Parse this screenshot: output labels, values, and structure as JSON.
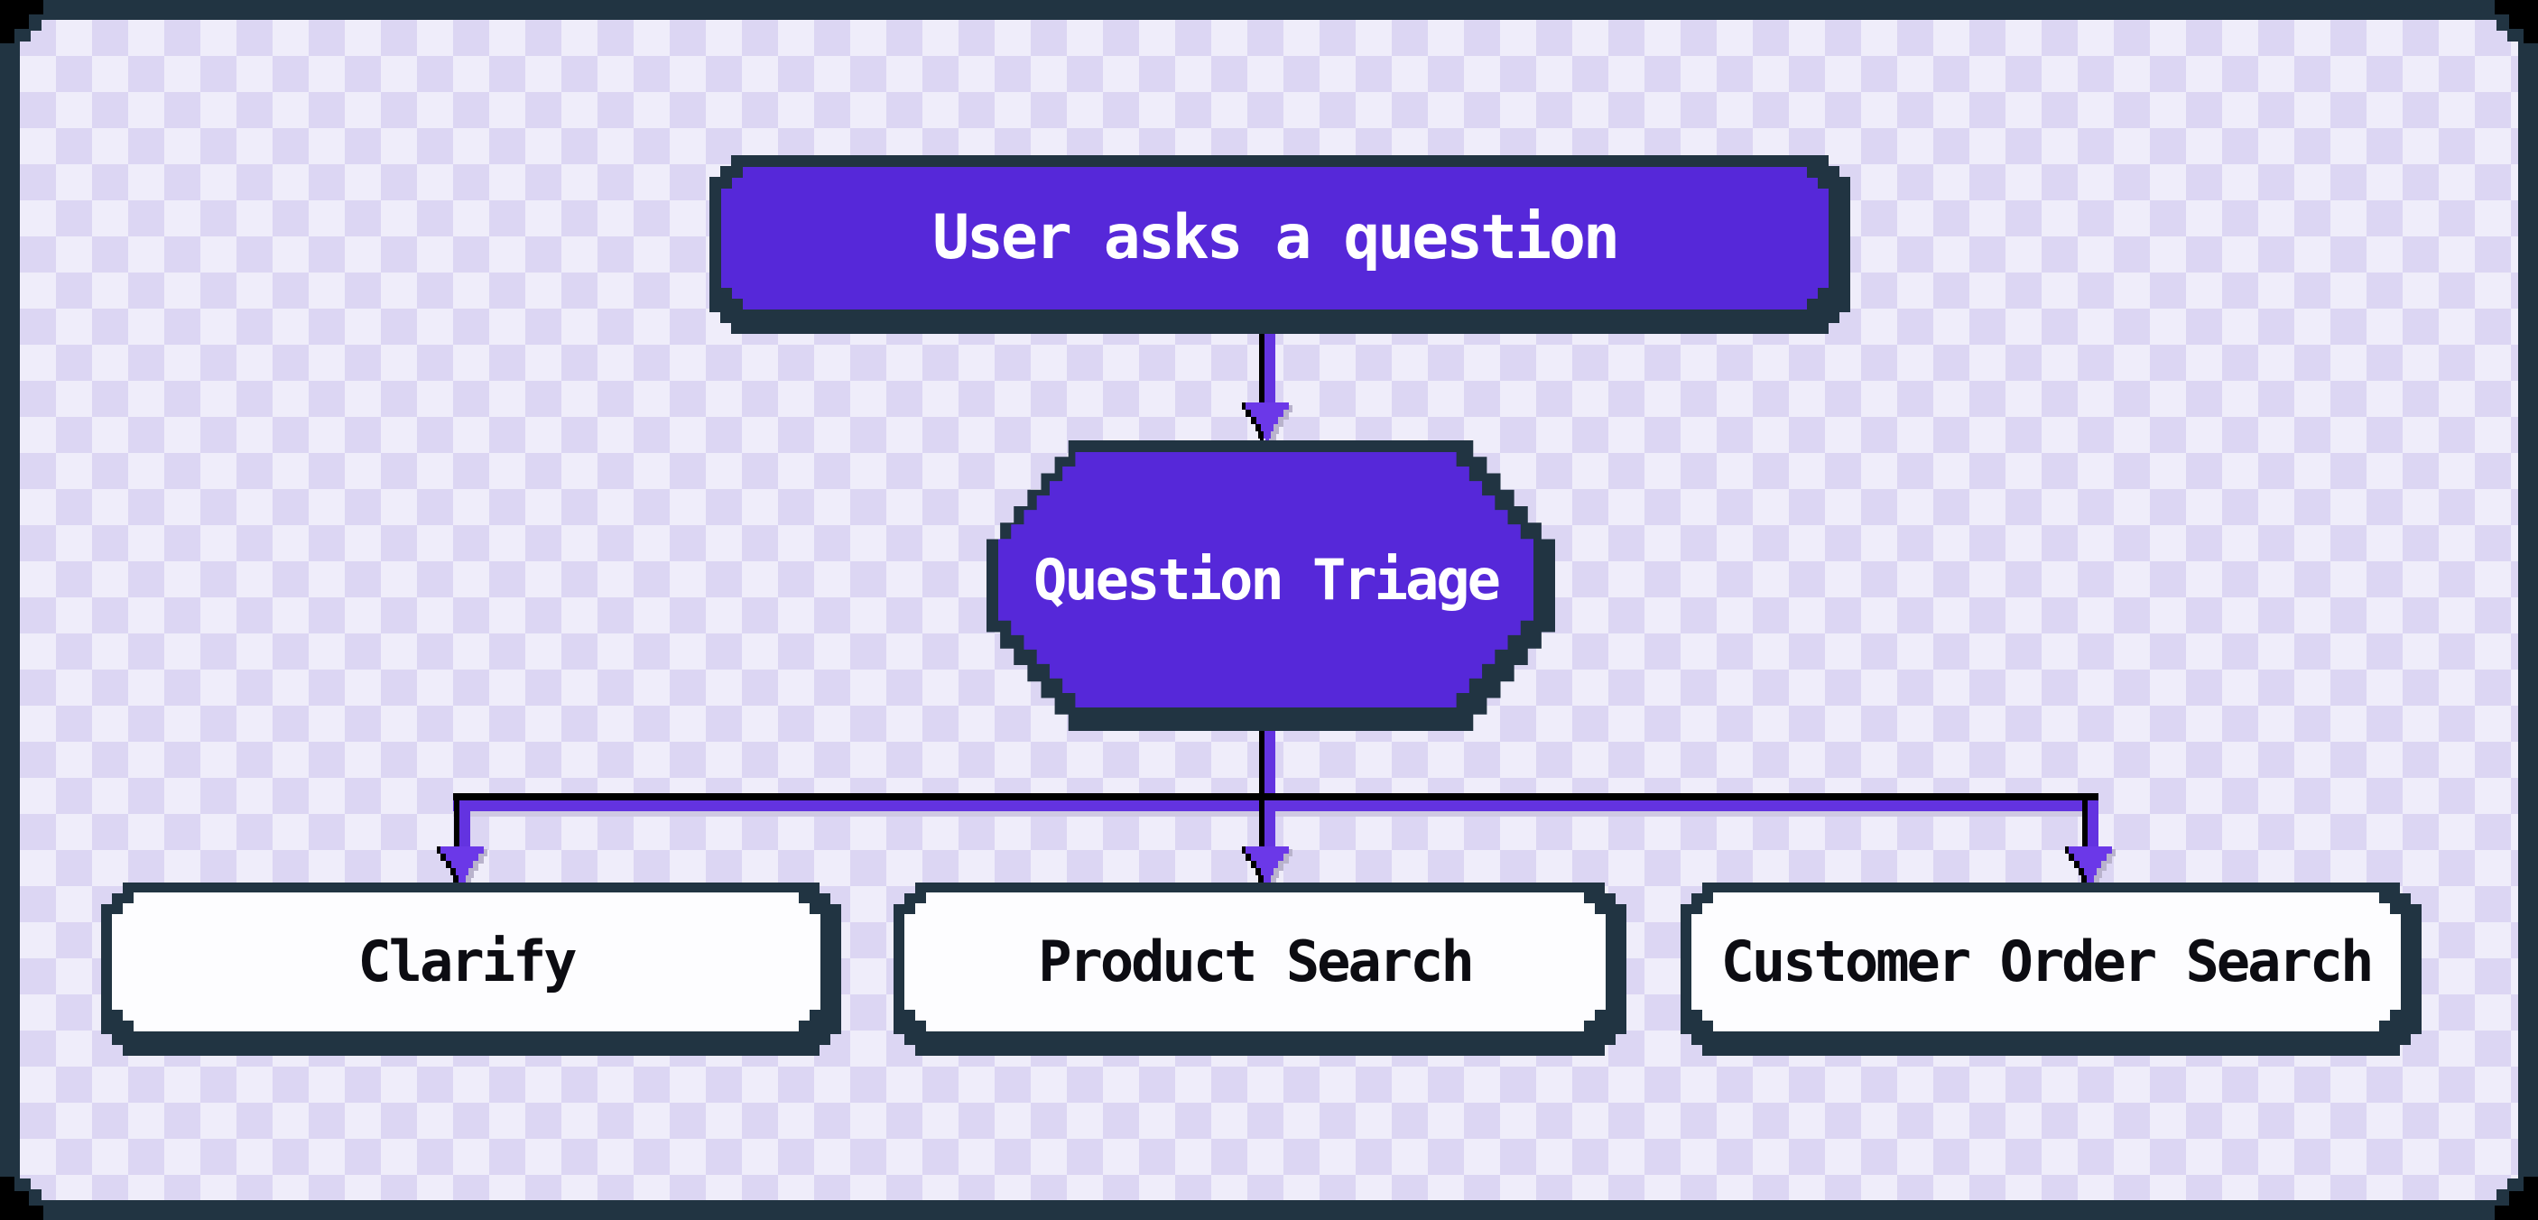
{
  "diagram": {
    "type": "flowchart",
    "style": "pixel-art",
    "nodes": {
      "start": {
        "label": "User asks a question",
        "shape": "rounded-rectangle",
        "fill": "purple"
      },
      "triage": {
        "label": "Question Triage",
        "shape": "octagon",
        "fill": "purple"
      },
      "clarify": {
        "label": "Clarify",
        "shape": "rounded-rectangle",
        "fill": "white"
      },
      "product": {
        "label": "Product Search",
        "shape": "rounded-rectangle",
        "fill": "white"
      },
      "customer": {
        "label": "Customer Order Search",
        "shape": "rounded-rectangle",
        "fill": "white"
      }
    },
    "edges": [
      {
        "from": "start",
        "to": "triage"
      },
      {
        "from": "triage",
        "to": "clarify"
      },
      {
        "from": "triage",
        "to": "product"
      },
      {
        "from": "triage",
        "to": "customer"
      }
    ],
    "colors": {
      "node_purple": "#5628d9",
      "connector_purple": "#6333e0",
      "frame_navy": "#213442",
      "background_lavender": "#dcd6f3",
      "checker_light": "#eeebfb",
      "node_white": "#fdfdff",
      "text_on_purple": "#ffffff",
      "text_on_white": "#0c0c12",
      "shadow_black": "#000000",
      "highlight_gray": "#cfc9e2"
    }
  }
}
